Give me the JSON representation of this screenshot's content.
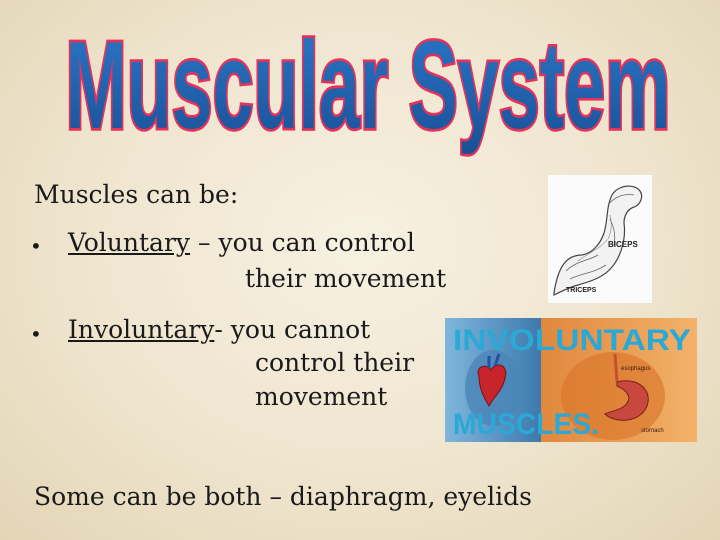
{
  "slide": {
    "title": "Muscular System",
    "intro": "Muscles can be:",
    "bullet_char": "•",
    "bullets": [
      {
        "term": "Voluntary",
        "rest_line1": " – you can control",
        "line2": "their movement"
      },
      {
        "term": "Involuntary",
        "rest_line1": "- you cannot",
        "line2": "control their",
        "line3": "movement"
      }
    ],
    "footer": "Some can be both – diaphragm, eyelids"
  },
  "arm_image": {
    "labels": [
      "BICEPS",
      "TRICEPS"
    ]
  },
  "involuntary_image": {
    "heading_top": "INVOLUNTARY",
    "heading_bottom": "MUSCLES.",
    "organ_labels": [
      "esophagus",
      "stomach"
    ]
  },
  "colors": {
    "title_fill": "#1f5fae",
    "title_outline": "#e6325a",
    "involuntary_heading": "#2aa8d6"
  }
}
